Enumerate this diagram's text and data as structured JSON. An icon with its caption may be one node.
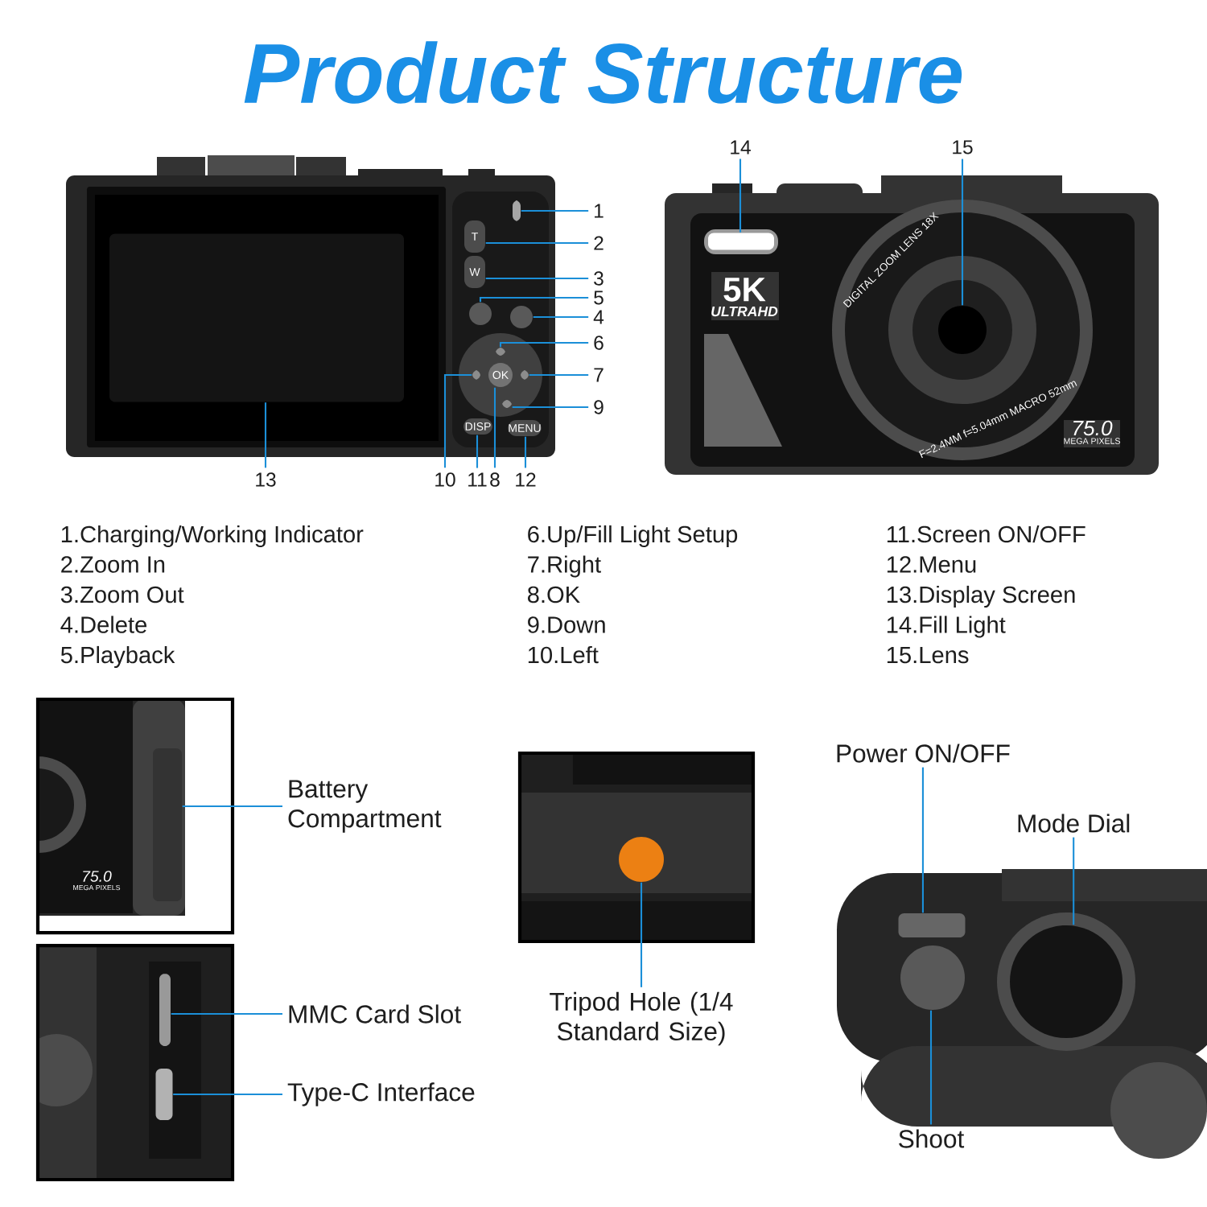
{
  "diagram": {
    "title": "Product Structure",
    "nodes": [
      {
        "text": [
          "14"
        ]
      },
      {
        "text": [
          "15"
        ]
      },
      {
        "text": [
          "1"
        ]
      },
      {
        "text": [
          "2"
        ]
      },
      {
        "text": [
          "3"
        ]
      },
      {
        "text": [
          "5"
        ]
      },
      {
        "text": [
          "4"
        ]
      },
      {
        "text": [
          "6"
        ]
      },
      {
        "text": [
          "7"
        ]
      },
      {
        "text": [
          "9"
        ]
      },
      {
        "text": [
          "13"
        ]
      },
      {
        "text": [
          "10"
        ]
      },
      {
        "text": [
          "11"
        ]
      },
      {
        "text": [
          "8"
        ]
      },
      {
        "text": [
          "12"
        ]
      },
      {
        "text": [
          "Power ON/OFF"
        ]
      },
      {
        "text": [
          "Battery Compartment"
        ]
      },
      {
        "text": [
          "Mode Dial"
        ]
      },
      {
        "text": [
          "Tripod Hole (1/4 Standard Size)"
        ]
      },
      {
        "text": [
          "MMC Card Slot"
        ]
      },
      {
        "text": [
          "Type-C Interface"
        ]
      },
      {
        "text": [
          "Shoot"
        ]
      },
      {
        "text": [],
        "shape": "box"
      },
      {
        "text": [],
        "shape": "circle"
      },
      {
        "text": [],
        "shape": "box"
      },
      {
        "text": [
          "T"
        ]
      },
      {
        "text": [
          "W"
        ]
      },
      {
        "text": [],
        "shape": "circle"
      },
      {
        "text": [],
        "shape": "circle"
      },
      {
        "text": [],
        "shape": "box"
      },
      {
        "text": [],
        "shape": "box"
      },
      {
        "text": [],
        "shape": "box"
      },
      {
        "text": [],
        "shape": "box"
      },
      {
        "text": [],
        "shape": "box"
      },
      {
        "text": [
          "DISP"
        ]
      },
      {
        "text": [
          "OK"
        ]
      },
      {
        "text": [
          "MENU"
        ]
      },
      {
        "text": [],
        "shape": "box"
      },
      {
        "text": [],
        "shape": "box"
      },
      {
        "text": [],
        "shape": "circle"
      },
      {
        "text": [],
        "shape": "circle"
      },
      {
        "text": [],
        "shape": "box"
      },
      {
        "text": [],
        "shape": "box"
      },
      {
        "text": [],
        "shape": "circle"
      }
    ],
    "edges": [
      {
        "from": 0,
        "to": 22,
        "arrow": "none"
      },
      {
        "from": 1,
        "to": 23,
        "arrow": "none"
      },
      {
        "from": 2,
        "to": 24,
        "arrow": "none"
      },
      {
        "from": 3,
        "to": 25,
        "arrow": "none"
      },
      {
        "from": 4,
        "to": 26,
        "arrow": "none"
      },
      {
        "from": 5,
        "to": 27,
        "arrow": "none"
      },
      {
        "from": 6,
        "to": 28,
        "arrow": "none"
      },
      {
        "from": 7,
        "to": 29,
        "arrow": "none"
      },
      {
        "from": 8,
        "to": 30,
        "arrow": "none"
      },
      {
        "from": 9,
        "to": 31,
        "arrow": "none"
      },
      {
        "from": 10,
        "to": 32,
        "arrow": "none"
      },
      {
        "from": 11,
        "to": 33,
        "arrow": "none"
      },
      {
        "from": 12,
        "to": 34,
        "arrow": "none"
      },
      {
        "from": 13,
        "to": 35,
        "arrow": "none"
      },
      {
        "from": 14,
        "to": 36,
        "arrow": "none"
      },
      {
        "from": 15,
        "to": 37,
        "arrow": "none"
      },
      {
        "from": 16,
        "to": 38,
        "arrow": "none"
      },
      {
        "from": 17,
        "to": 39,
        "arrow": "none"
      },
      {
        "from": 18,
        "to": 40,
        "arrow": "none"
      },
      {
        "from": 19,
        "to": 41,
        "arrow": "none"
      },
      {
        "from": 20,
        "to": 42,
        "arrow": "none"
      },
      {
        "from": 21,
        "to": 43,
        "arrow": "none"
      }
    ],
    "labels": [
      "1.Charging/Working Indicator",
      "2.Zoom In",
      "3.Zoom Out",
      "4.Delete",
      "5.Playback",
      "6.Up/Fill Light Setup",
      "7.Right",
      "8.OK",
      "9.Down",
      "10.Left",
      "11.Screen ON/OFF",
      "12.Menu",
      "13.Display Screen",
      "14.Fill Light",
      "15.Lens",
      "5K",
      "ULTRAHD",
      "DIGITAL ZOOM LENS 18X",
      "F=2.4MM f=5.04mm MACRO 52mm",
      "75.0",
      "MEGA PIXELS",
      "75.0",
      "MEGA PIXELS"
    ]
  }
}
